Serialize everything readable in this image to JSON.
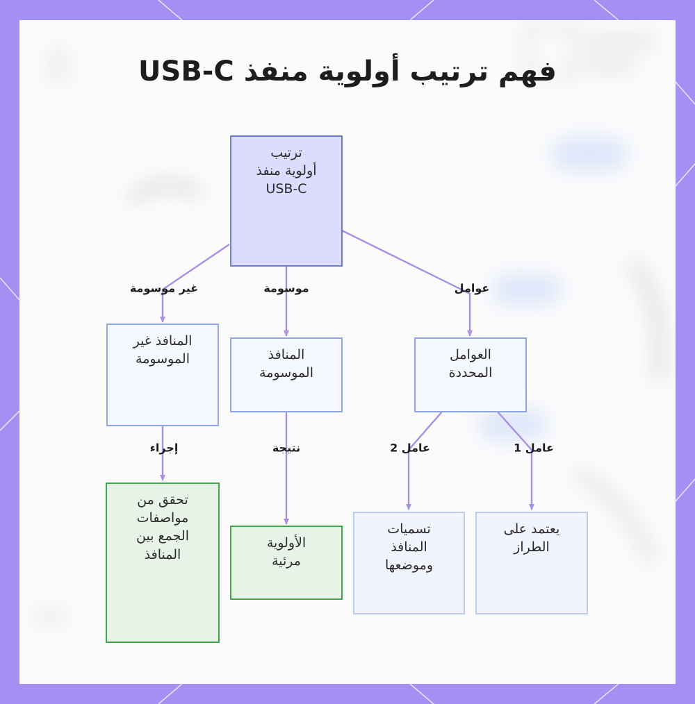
{
  "title": "فهم ترتيب أولوية منفذ USB-C",
  "nodes": {
    "root": "ترتيب\nأولوية منفذ\nUSB-C",
    "unmarked_ports": "المنافذ غير\nالموسومة",
    "marked_ports": "المنافذ\nالموسومة",
    "deciding_factors": "العوامل\nالمحددة",
    "check_specs": "تحقق من\nمواصفات\nالجمع بين\nالمنافذ",
    "priority_visible": "الأولوية\nمرئية",
    "port_labels": "تسميات\nالمنافذ\nوموضعها",
    "model_dependent": "يعتمد على\nالطراز"
  },
  "edge_labels": {
    "unmarked": "غير موسومة",
    "marked": "موسومة",
    "factors": "عوامل",
    "action": "إجراء",
    "result": "نتيجة",
    "factor2": "عامل 2",
    "factor1": "عامل 1"
  },
  "colors": {
    "frame": "#a48ff2",
    "card": "#fbfbfc",
    "edge": "#a98ee6",
    "root_fill": "#dcdcfe",
    "green_fill": "#e6f3e6"
  }
}
